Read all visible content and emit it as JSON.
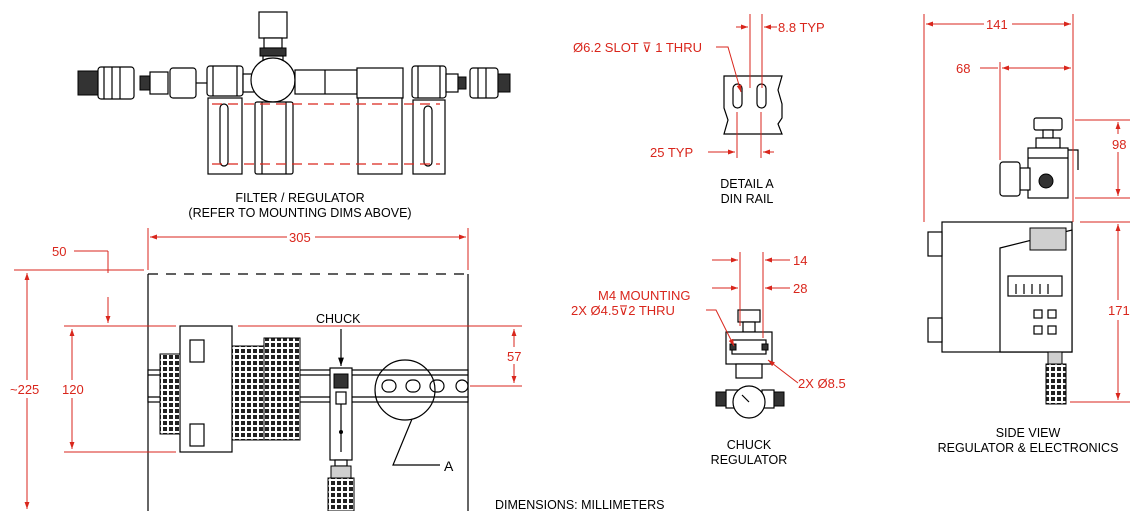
{
  "captions": {
    "filter_line1": "FILTER / REGULATOR",
    "filter_line2": "(REFER TO MOUNTING DIMS ABOVE)",
    "detail_line1": "DETAIL A",
    "detail_line2": "DIN RAIL",
    "chuck_line1": "CHUCK",
    "chuck_line2": "REGULATOR",
    "side_line1": "SIDE VIEW",
    "side_line2": "REGULATOR & ELECTRONICS",
    "units_note": "DIMENSIONS:  MILLIMETERS"
  },
  "labels": {
    "chuck": "CHUCK",
    "detail_ref": "A"
  },
  "dimensions": {
    "plan_width": "305",
    "plan_top_offset": "50",
    "plan_overall_height": "~225",
    "plan_chuck_height": "120",
    "plan_rail_offset": "57",
    "detail_slot": "Ø6.2 SLOT ⊽ 1 THRU",
    "detail_slot_width": "8.8 TYP",
    "detail_slot_pitch": "25 TYP",
    "chuck_mount_note_1": "M4 MOUNTING",
    "chuck_mount_note_2": "2X Ø4.5⊽2 THRU",
    "chuck_dim_14": "14",
    "chuck_dim_28": "28",
    "chuck_port": "2X Ø8.5",
    "side_width": "141",
    "side_offset": "68",
    "side_top_height": "98",
    "side_bottom_height": "171"
  }
}
